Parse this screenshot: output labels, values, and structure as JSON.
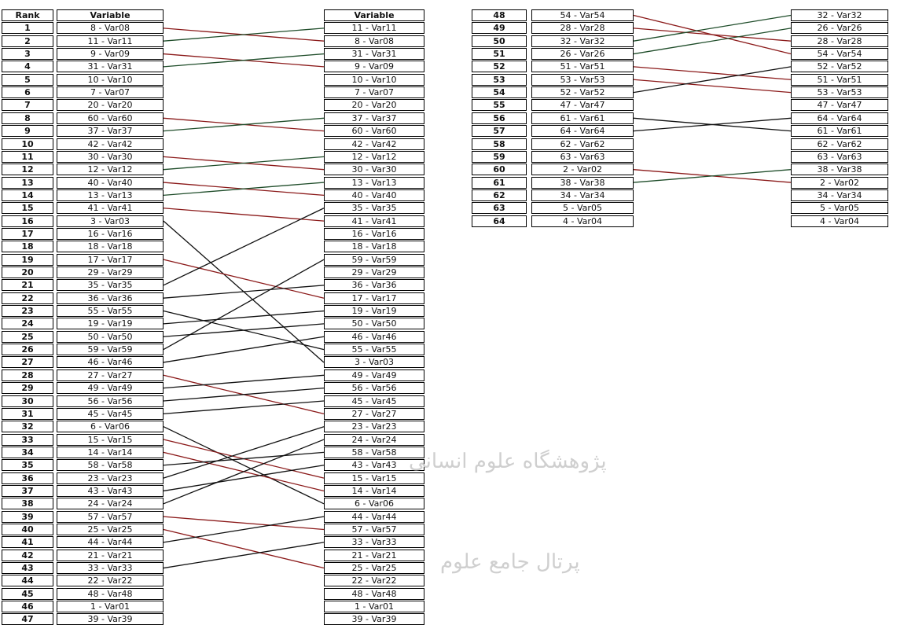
{
  "headers": {
    "rank": "Rank",
    "variable": "Variable",
    "variable_right": "Variable"
  },
  "left_ranks": [
    "1",
    "2",
    "3",
    "4",
    "5",
    "6",
    "7",
    "8",
    "9",
    "10",
    "11",
    "12",
    "13",
    "14",
    "15",
    "16",
    "17",
    "18",
    "19",
    "20",
    "21",
    "22",
    "23",
    "24",
    "25",
    "26",
    "27",
    "28",
    "29",
    "30",
    "31",
    "32",
    "33",
    "34",
    "35",
    "36",
    "37",
    "38",
    "39",
    "40",
    "41",
    "42",
    "43",
    "44",
    "45",
    "46",
    "47"
  ],
  "left_vars": [
    "8 - Var08",
    "11 - Var11",
    "9 - Var09",
    "31 - Var31",
    "10 - Var10",
    "7 - Var07",
    "20 - Var20",
    "60 - Var60",
    "37 - Var37",
    "42 - Var42",
    "30 - Var30",
    "12 - Var12",
    "40 - Var40",
    "13 - Var13",
    "41 - Var41",
    "3 - Var03",
    "16 - Var16",
    "18 - Var18",
    "17 - Var17",
    "29 - Var29",
    "35 - Var35",
    "36 - Var36",
    "55 - Var55",
    "19 - Var19",
    "50 - Var50",
    "59 - Var59",
    "46 - Var46",
    "27 - Var27",
    "49 - Var49",
    "56 - Var56",
    "45 - Var45",
    "6 - Var06",
    "15 - Var15",
    "14 - Var14",
    "58 - Var58",
    "23 - Var23",
    "43 - Var43",
    "24 - Var24",
    "57 - Var57",
    "25 - Var25",
    "44 - Var44",
    "21 - Var21",
    "33 - Var33",
    "22 - Var22",
    "48 - Var48",
    "1 - Var01",
    "39 - Var39"
  ],
  "left_right_vars": [
    "11 - Var11",
    "8 - Var08",
    "31 - Var31",
    "9 - Var09",
    "10 - Var10",
    "7 - Var07",
    "20 - Var20",
    "37 - Var37",
    "60 - Var60",
    "42 - Var42",
    "12 - Var12",
    "30 - Var30",
    "13 - Var13",
    "40 - Var40",
    "35 - Var35",
    "41 - Var41",
    "16 - Var16",
    "18 - Var18",
    "59 - Var59",
    "29 - Var29",
    "36 - Var36",
    "17 - Var17",
    "19 - Var19",
    "50 - Var50",
    "46 - Var46",
    "55 - Var55",
    "3 - Var03",
    "49 - Var49",
    "56 - Var56",
    "45 - Var45",
    "27 - Var27",
    "23 - Var23",
    "24 - Var24",
    "58 - Var58",
    "43 - Var43",
    "15 - Var15",
    "14 - Var14",
    "6 - Var06",
    "44 - Var44",
    "57 - Var57",
    "33 - Var33",
    "21 - Var21",
    "25 - Var25",
    "22 - Var22",
    "48 - Var48",
    "1 - Var01",
    "39 - Var39"
  ],
  "left_connections": [
    [
      0,
      1,
      "red"
    ],
    [
      1,
      0,
      "green"
    ],
    [
      2,
      3,
      "red"
    ],
    [
      3,
      2,
      "green"
    ],
    [
      7,
      8,
      "red"
    ],
    [
      8,
      7,
      "green"
    ],
    [
      10,
      11,
      "red"
    ],
    [
      11,
      10,
      "green"
    ],
    [
      12,
      13,
      "red"
    ],
    [
      13,
      12,
      "green"
    ],
    [
      14,
      15,
      "red"
    ],
    [
      15,
      26,
      "black"
    ],
    [
      18,
      21,
      "red"
    ],
    [
      20,
      14,
      "black"
    ],
    [
      21,
      20,
      "black"
    ],
    [
      22,
      25,
      "black"
    ],
    [
      23,
      22,
      "black"
    ],
    [
      24,
      23,
      "black"
    ],
    [
      25,
      18,
      "black"
    ],
    [
      26,
      24,
      "black"
    ],
    [
      27,
      30,
      "red"
    ],
    [
      28,
      27,
      "black"
    ],
    [
      29,
      28,
      "black"
    ],
    [
      30,
      29,
      "black"
    ],
    [
      31,
      37,
      "black"
    ],
    [
      32,
      35,
      "red"
    ],
    [
      33,
      36,
      "red"
    ],
    [
      34,
      33,
      "black"
    ],
    [
      35,
      31,
      "black"
    ],
    [
      36,
      34,
      "black"
    ],
    [
      37,
      32,
      "black"
    ],
    [
      38,
      39,
      "red"
    ],
    [
      39,
      42,
      "red"
    ],
    [
      40,
      38,
      "black"
    ],
    [
      42,
      40,
      "black"
    ]
  ],
  "right_ranks": [
    "48",
    "49",
    "50",
    "51",
    "52",
    "53",
    "54",
    "55",
    "56",
    "57",
    "58",
    "59",
    "60",
    "61",
    "62",
    "63",
    "64"
  ],
  "right_left_vars": [
    "54 - Var54",
    "28 - Var28",
    "32 - Var32",
    "26 - Var26",
    "51 - Var51",
    "53 - Var53",
    "52 - Var52",
    "47 - Var47",
    "61 - Var61",
    "64 - Var64",
    "62 - Var62",
    "63 - Var63",
    "2 - Var02",
    "38 - Var38",
    "34 - Var34",
    "5 - Var05",
    "4 - Var04"
  ],
  "right_right_vars": [
    "32 - Var32",
    "26 - Var26",
    "28 - Var28",
    "54 - Var54",
    "52 - Var52",
    "51 - Var51",
    "53 - Var53",
    "47 - Var47",
    "64 - Var64",
    "61 - Var61",
    "62 - Var62",
    "63 - Var63",
    "38 - Var38",
    "2 - Var02",
    "34 - Var34",
    "5 - Var05",
    "4 - Var04"
  ],
  "right_connections": [
    [
      0,
      3,
      "red"
    ],
    [
      1,
      2,
      "red"
    ],
    [
      2,
      0,
      "green"
    ],
    [
      3,
      1,
      "green"
    ],
    [
      4,
      5,
      "red"
    ],
    [
      5,
      6,
      "red"
    ],
    [
      6,
      4,
      "black"
    ],
    [
      8,
      9,
      "black"
    ],
    [
      9,
      8,
      "black"
    ],
    [
      12,
      13,
      "red"
    ],
    [
      13,
      12,
      "green"
    ]
  ],
  "colors": {
    "red": "#8b1a1a",
    "green": "#1f4d2a",
    "black": "#111111"
  },
  "watermark": {
    "line1": "پژوهشگاه علوم انسانی",
    "line2": "پرتال جامع علوم"
  }
}
